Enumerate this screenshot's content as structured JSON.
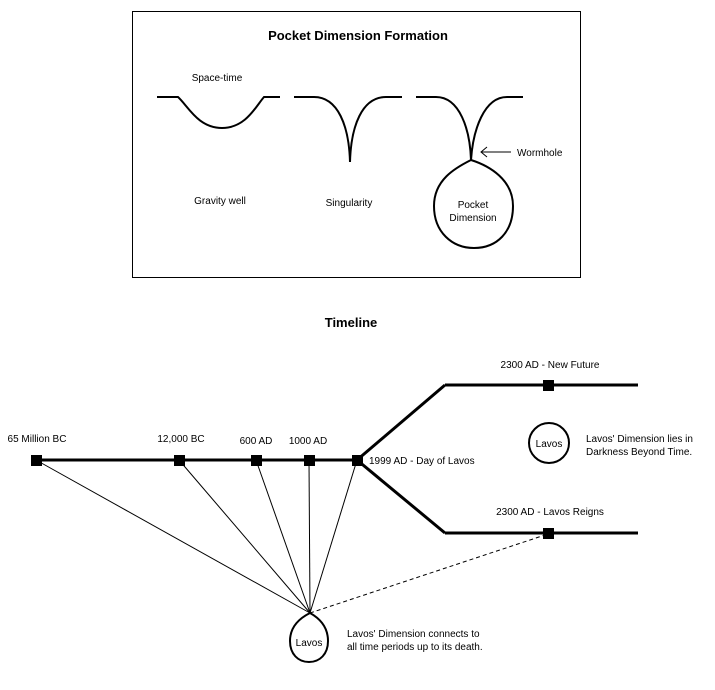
{
  "formation": {
    "title": "Pocket Dimension Formation",
    "space_time_label": "Space-time",
    "gravity_well_label": "Gravity well",
    "singularity_label": "Singularity",
    "pocket_dimension_label_line1": "Pocket",
    "pocket_dimension_label_line2": "Dimension",
    "wormhole_label": "Wormhole"
  },
  "timeline": {
    "title": "Timeline",
    "periods": [
      {
        "label": "65 Million BC"
      },
      {
        "label": "12,000 BC"
      },
      {
        "label": "600 AD"
      },
      {
        "label": "1000 AD"
      },
      {
        "label": "1999 AD - Day of Lavos"
      }
    ],
    "branches": {
      "new_future": "2300 AD - New Future",
      "lavos_reigns": "2300 AD - Lavos Reigns"
    },
    "lavos_bubble_upper": "Lavos",
    "lavos_bubble_lower": "Lavos",
    "note_upper_line1": "Lavos' Dimension lies in",
    "note_upper_line2": "Darkness Beyond Time.",
    "note_lower_line1": "Lavos' Dimension connects to",
    "note_lower_line2": "all time periods up to its death."
  },
  "colors": {
    "ink": "#000000",
    "background": "#ffffff"
  }
}
